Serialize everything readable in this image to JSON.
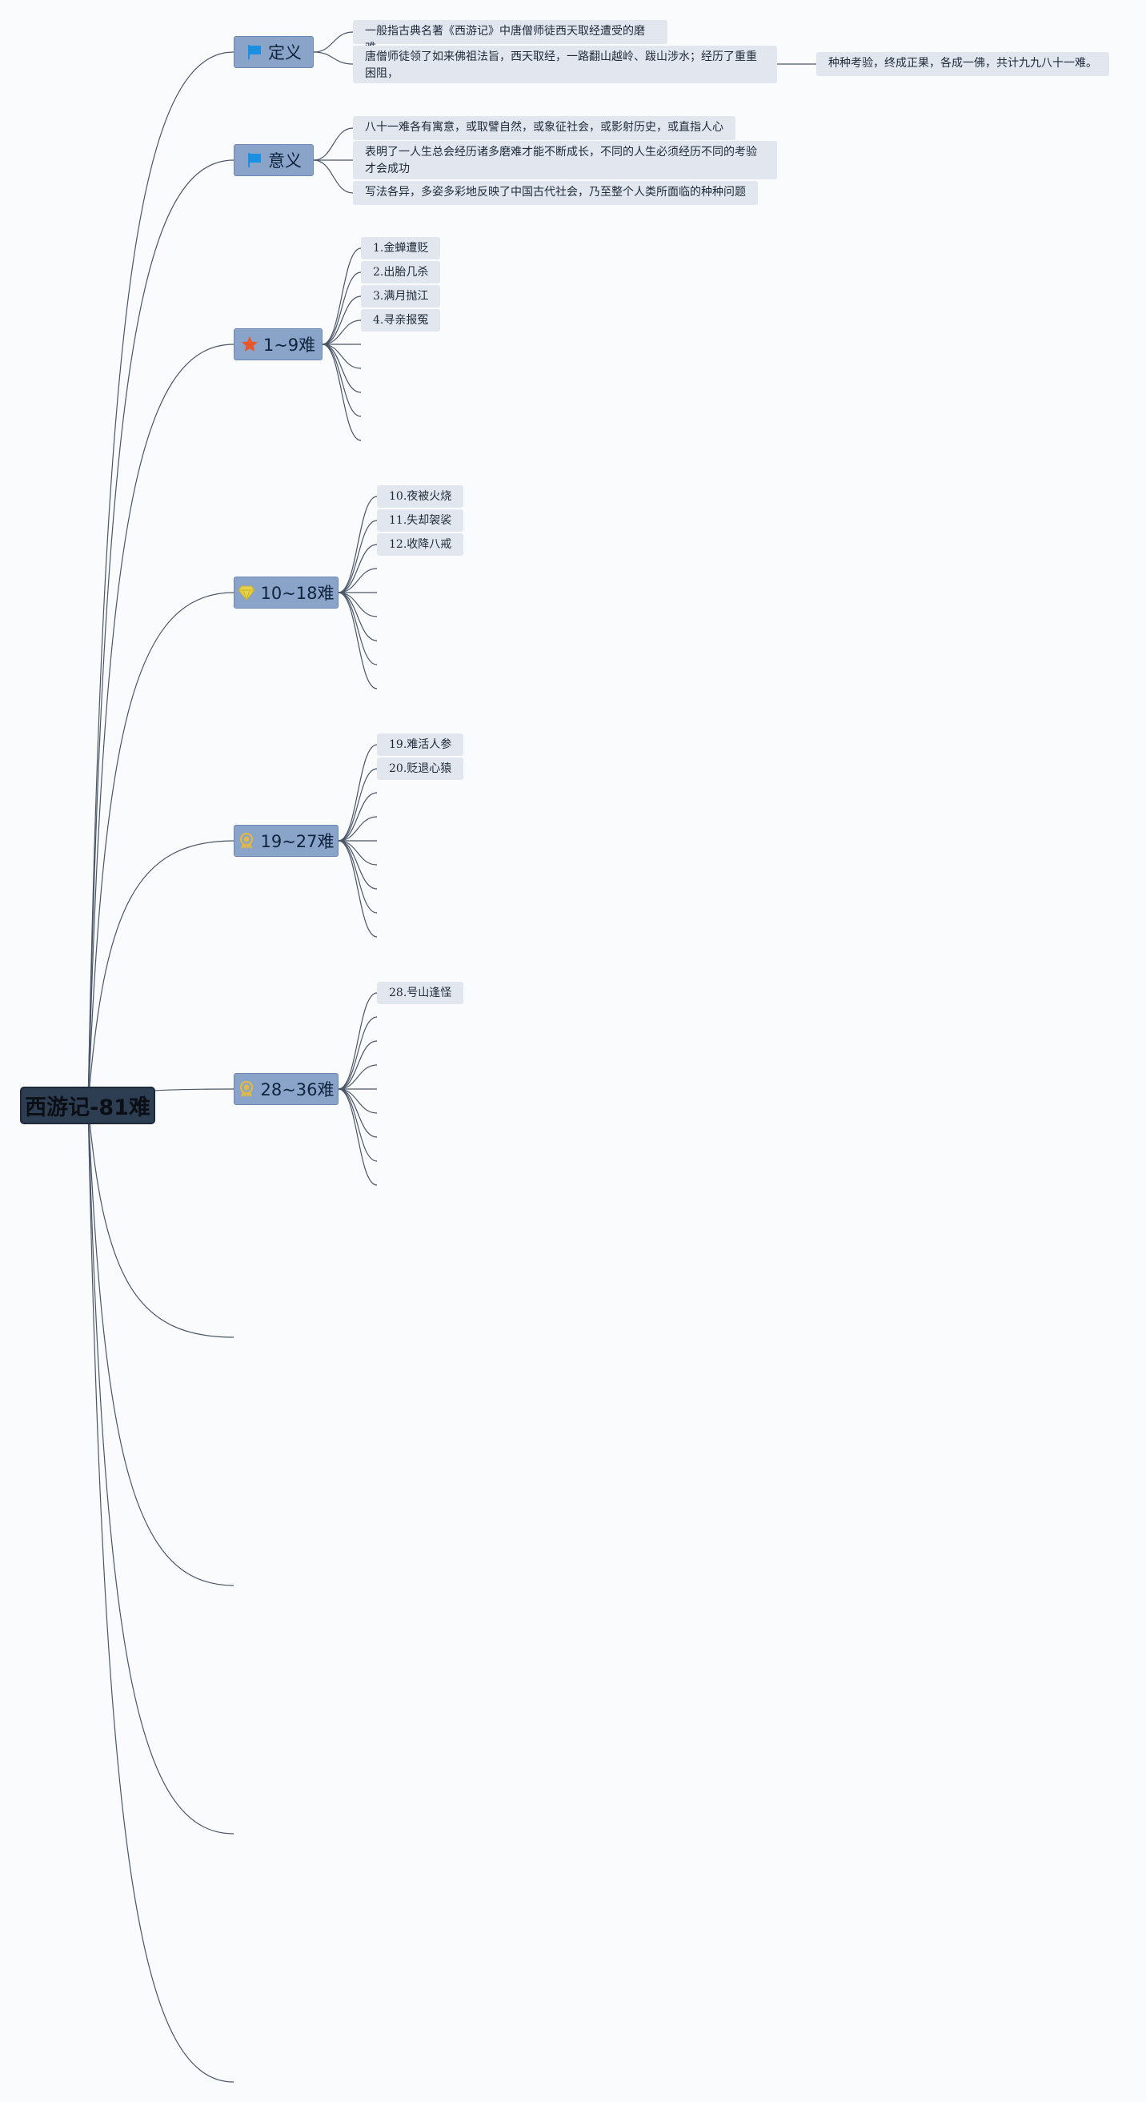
{
  "root": {
    "title": "西游记-81难"
  },
  "topics": [
    {
      "key": "definition",
      "label": "定义",
      "icon": "flag-icon",
      "items": [
        {
          "text": "一般指古典名著《西游记》中唐僧师徒西天取经遭受的磨难"
        },
        {
          "text": "唐僧师徒领了如来佛祖法旨，西天取经，一路翻山越岭、跋山涉水；经历了重重困阻，",
          "child": "种种考验，终成正果，各成一佛，共计九九八十一难。"
        }
      ]
    },
    {
      "key": "meaning",
      "label": "意义",
      "icon": "flag-icon",
      "items": [
        {
          "text": "八十一难各有寓意，或取譬自然，或象征社会，或影射历史，或直指人心"
        },
        {
          "text": "表明了一人生总会经历诸多磨难才能不断成长，不同的人生必须经历不同的考验才会成功"
        },
        {
          "text": "写法各异，多姿多彩地反映了中国古代社会，乃至整个人类所面临的种种问题"
        }
      ]
    },
    {
      "key": "range-1-9",
      "label": "1~9难",
      "icon": "star-icon",
      "items": [
        "1.金蝉遭贬",
        "2.出胎几杀",
        "3.满月抛江",
        "4.寻亲报冤"
      ]
    },
    {
      "key": "range-10-18",
      "label": "10~18难",
      "icon": "diamond-icon",
      "items": [
        "10.夜被火烧",
        "11.失却袈裟",
        "12.收降八戒"
      ]
    },
    {
      "key": "range-19-27",
      "label": "19~27难",
      "icon": "medal-icon",
      "items": [
        "19.难活人参",
        "20.贬退心猿"
      ]
    },
    {
      "key": "range-28-36",
      "label": "28~36难",
      "icon": "medal-icon",
      "items": [
        "28.号山逢怪"
      ]
    }
  ],
  "colors": {
    "background": "#fafbfc",
    "root_fill": "#2d3e53",
    "topic_fill": "#8aa4c9",
    "subtopic_fill": "#e2e7ef",
    "line": "#4a5668",
    "flag": "#1b8fe0",
    "star": "#e8572a",
    "gem": "#e6d14a",
    "medal": "#e0b84a"
  }
}
